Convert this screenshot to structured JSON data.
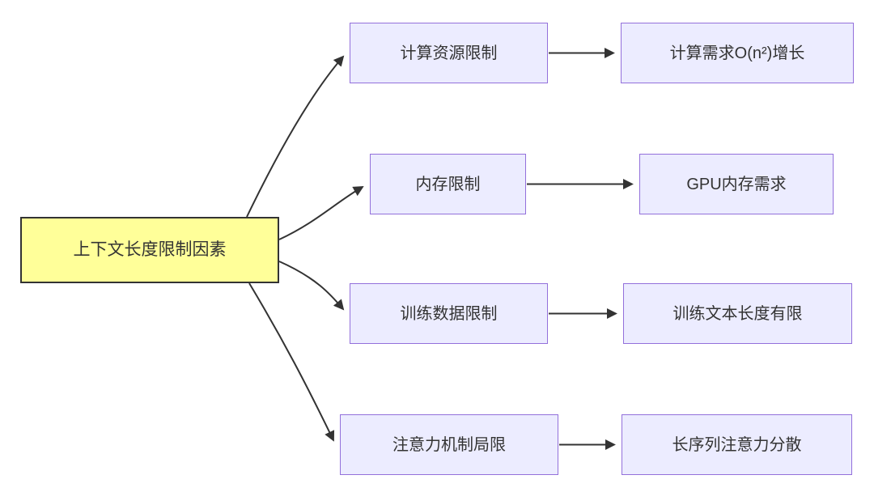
{
  "colors": {
    "node_fill": "#ECECFF",
    "node_border": "#9370DB",
    "root_fill": "#FFFF99",
    "root_border": "#333333",
    "edge_color": "#333333",
    "text_color": "#333333",
    "canvas_bg": "#FFFFFF"
  },
  "diagram": {
    "type": "flowchart",
    "direction": "left-to-right",
    "root": {
      "label": "上下文长度限制因素"
    },
    "branches": [
      {
        "cause": "计算资源限制",
        "effect": "计算需求O(n²)增长"
      },
      {
        "cause": "内存限制",
        "effect": "GPU内存需求"
      },
      {
        "cause": "训练数据限制",
        "effect": "训练文本长度有限"
      },
      {
        "cause": "注意力机制局限",
        "effect": "长序列注意力分散"
      }
    ]
  }
}
